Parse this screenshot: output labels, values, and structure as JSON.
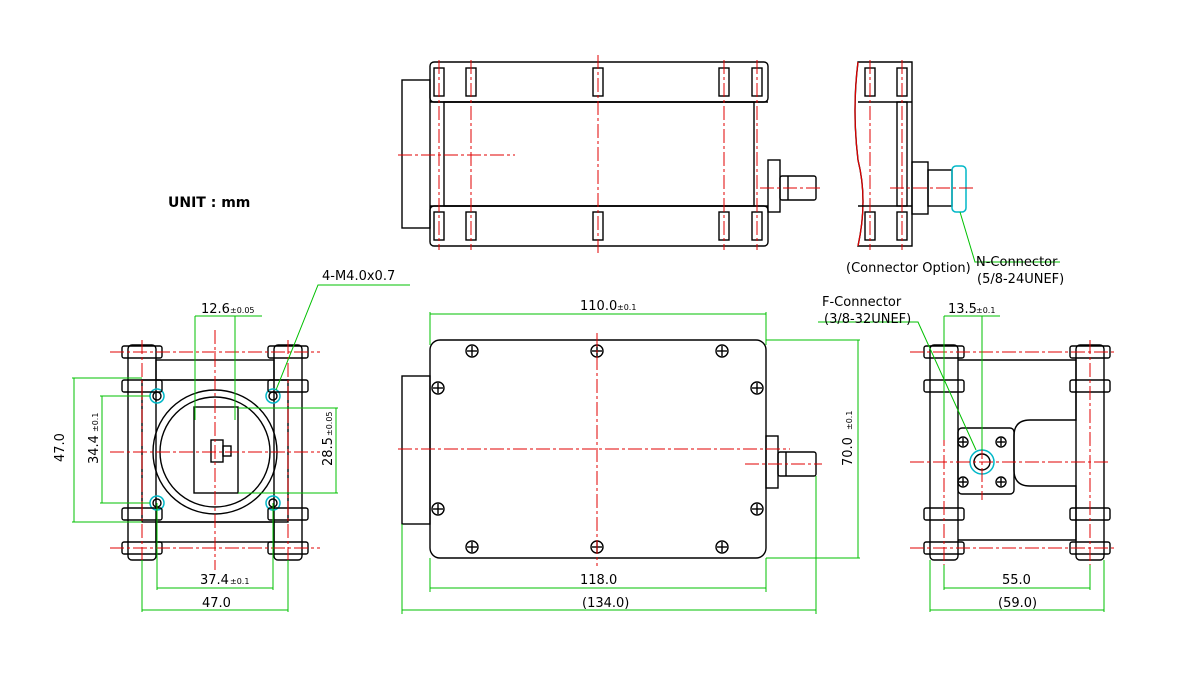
{
  "unit_label": "UNIT : mm",
  "top_view": {},
  "side_view": {
    "caption": "(Connector Option)",
    "n_connector_label": "N-Connector",
    "n_connector_thread": "(5/8-24UNEF)"
  },
  "front_view": {
    "mount_hole_label": "4-M4.0x0.7",
    "dim_top_value": "12.6",
    "dim_top_tol": "±0.05",
    "dim_left_outer": "47.0",
    "dim_left_inner_value": "34.4",
    "dim_left_inner_tol": "±0.1",
    "dim_right_value": "28.5",
    "dim_right_tol": "±0.05",
    "dim_bottom_inner_value": "37.4",
    "dim_bottom_inner_tol": "±0.1",
    "dim_bottom_outer": "47.0"
  },
  "main_view": {
    "dim_top_value": "110.0",
    "dim_top_tol": "±0.1",
    "dim_right_value": "70.0",
    "dim_right_tol": "±0.1",
    "dim_bottom_inner": "118.0",
    "dim_bottom_outer": "(134.0)"
  },
  "end_view": {
    "f_connector_label": "F-Connector",
    "f_connector_thread": "(3/8-32UNEF)",
    "dim_top_value": "13.5",
    "dim_top_tol": "±0.1",
    "dim_bottom_inner": "55.0",
    "dim_bottom_outer": "(59.0)"
  },
  "colors": {
    "outline": "#000000",
    "centerline": "#e00000",
    "dimension": "#00c000",
    "connector_highlight": "#00b7c7"
  }
}
